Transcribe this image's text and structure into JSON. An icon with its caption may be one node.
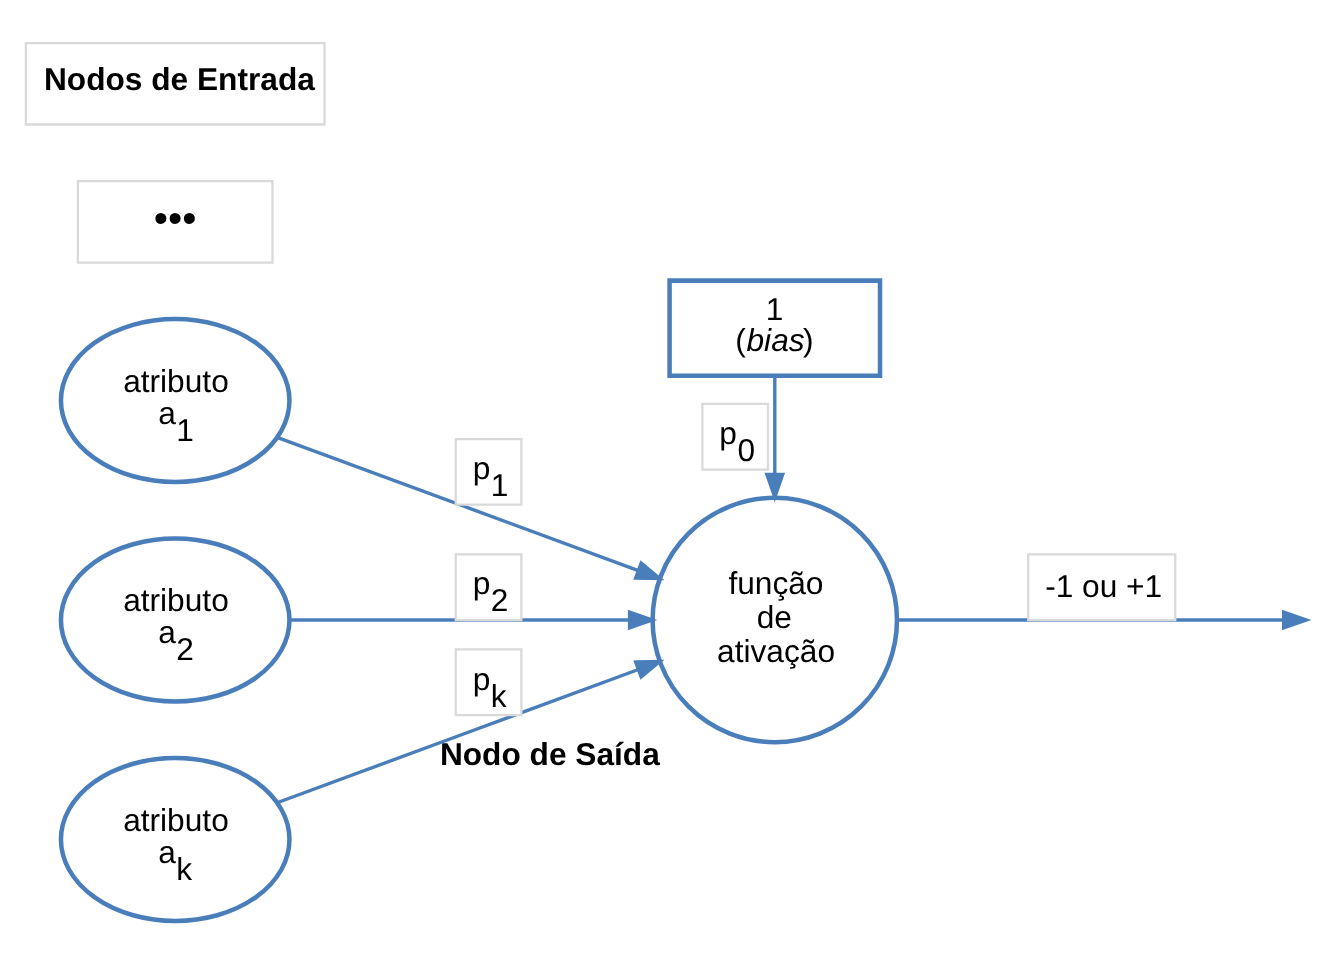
{
  "diagram": {
    "nodes": [
      {
        "text": [
          "atributo a$_{1}$"
        ]
      },
      {
        "text": [
          "atributo a$_{2}$"
        ]
      },
      {
        "text": [
          "•••"
        ]
      },
      {
        "text": [
          "atributo a$_{k}$"
        ]
      },
      {
        "text": [
          "1 (*bias*)"
        ]
      },
      {
        "text": [
          "função de ativação"
        ],
        "beside": [
          "Nodo de Saída"
        ]
      }
    ],
    "edges": [
      {
        "from": 0,
        "to": 5,
        "arrow": "to",
        "label": "p$_{1}$"
      },
      {
        "from": 1,
        "to": 5,
        "arrow": "to",
        "label": "p$_{2}$"
      },
      {
        "from": 3,
        "to": 5,
        "arrow": "to",
        "label": "p$_{k}$"
      },
      {
        "from": 4,
        "to": 5,
        "arrow": "to",
        "label": "p$_{0}$"
      },
      {
        "from": 5,
        "to": null,
        "arrow": "to",
        "label": "-1 ou +1"
      }
    ],
    "labels": [
      "Nodos de Entrada"
    ]
  }
}
